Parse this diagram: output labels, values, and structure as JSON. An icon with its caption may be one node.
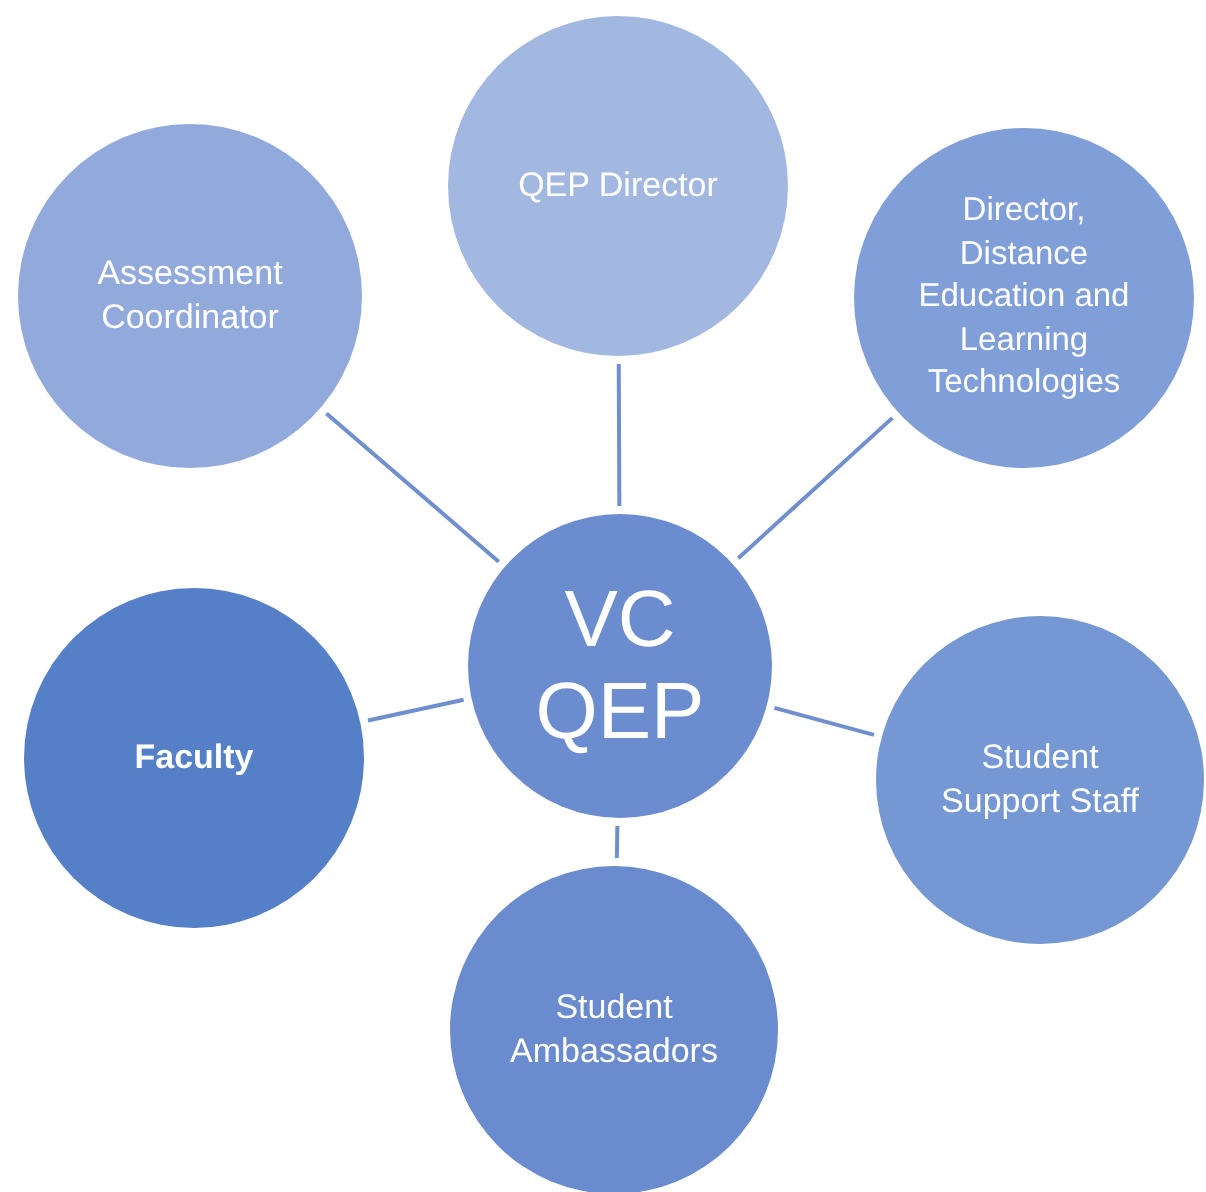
{
  "diagram": {
    "nodes": [
      {
        "text": [
          "QEP Director"
        ]
      },
      {
        "text": [
          "Assessment Coordinator"
        ]
      },
      {
        "text": [
          "Director, Distance Education and Learning Technologies"
        ]
      },
      {
        "text": [
          "VC QEP"
        ]
      },
      {
        "text": [
          "Faculty"
        ]
      },
      {
        "text": [
          "Student Support Staff"
        ]
      },
      {
        "text": [
          "Student Ambassadors"
        ]
      }
    ],
    "edges": [
      {
        "from": 3,
        "to": 0,
        "arrow": "none"
      },
      {
        "from": 3,
        "to": 1,
        "arrow": "none"
      },
      {
        "from": 3,
        "to": 2,
        "arrow": "none"
      },
      {
        "from": 3,
        "to": 4,
        "arrow": "none"
      },
      {
        "from": 3,
        "to": 5,
        "arrow": "none"
      },
      {
        "from": 3,
        "to": 6,
        "arrow": "none"
      }
    ]
  }
}
